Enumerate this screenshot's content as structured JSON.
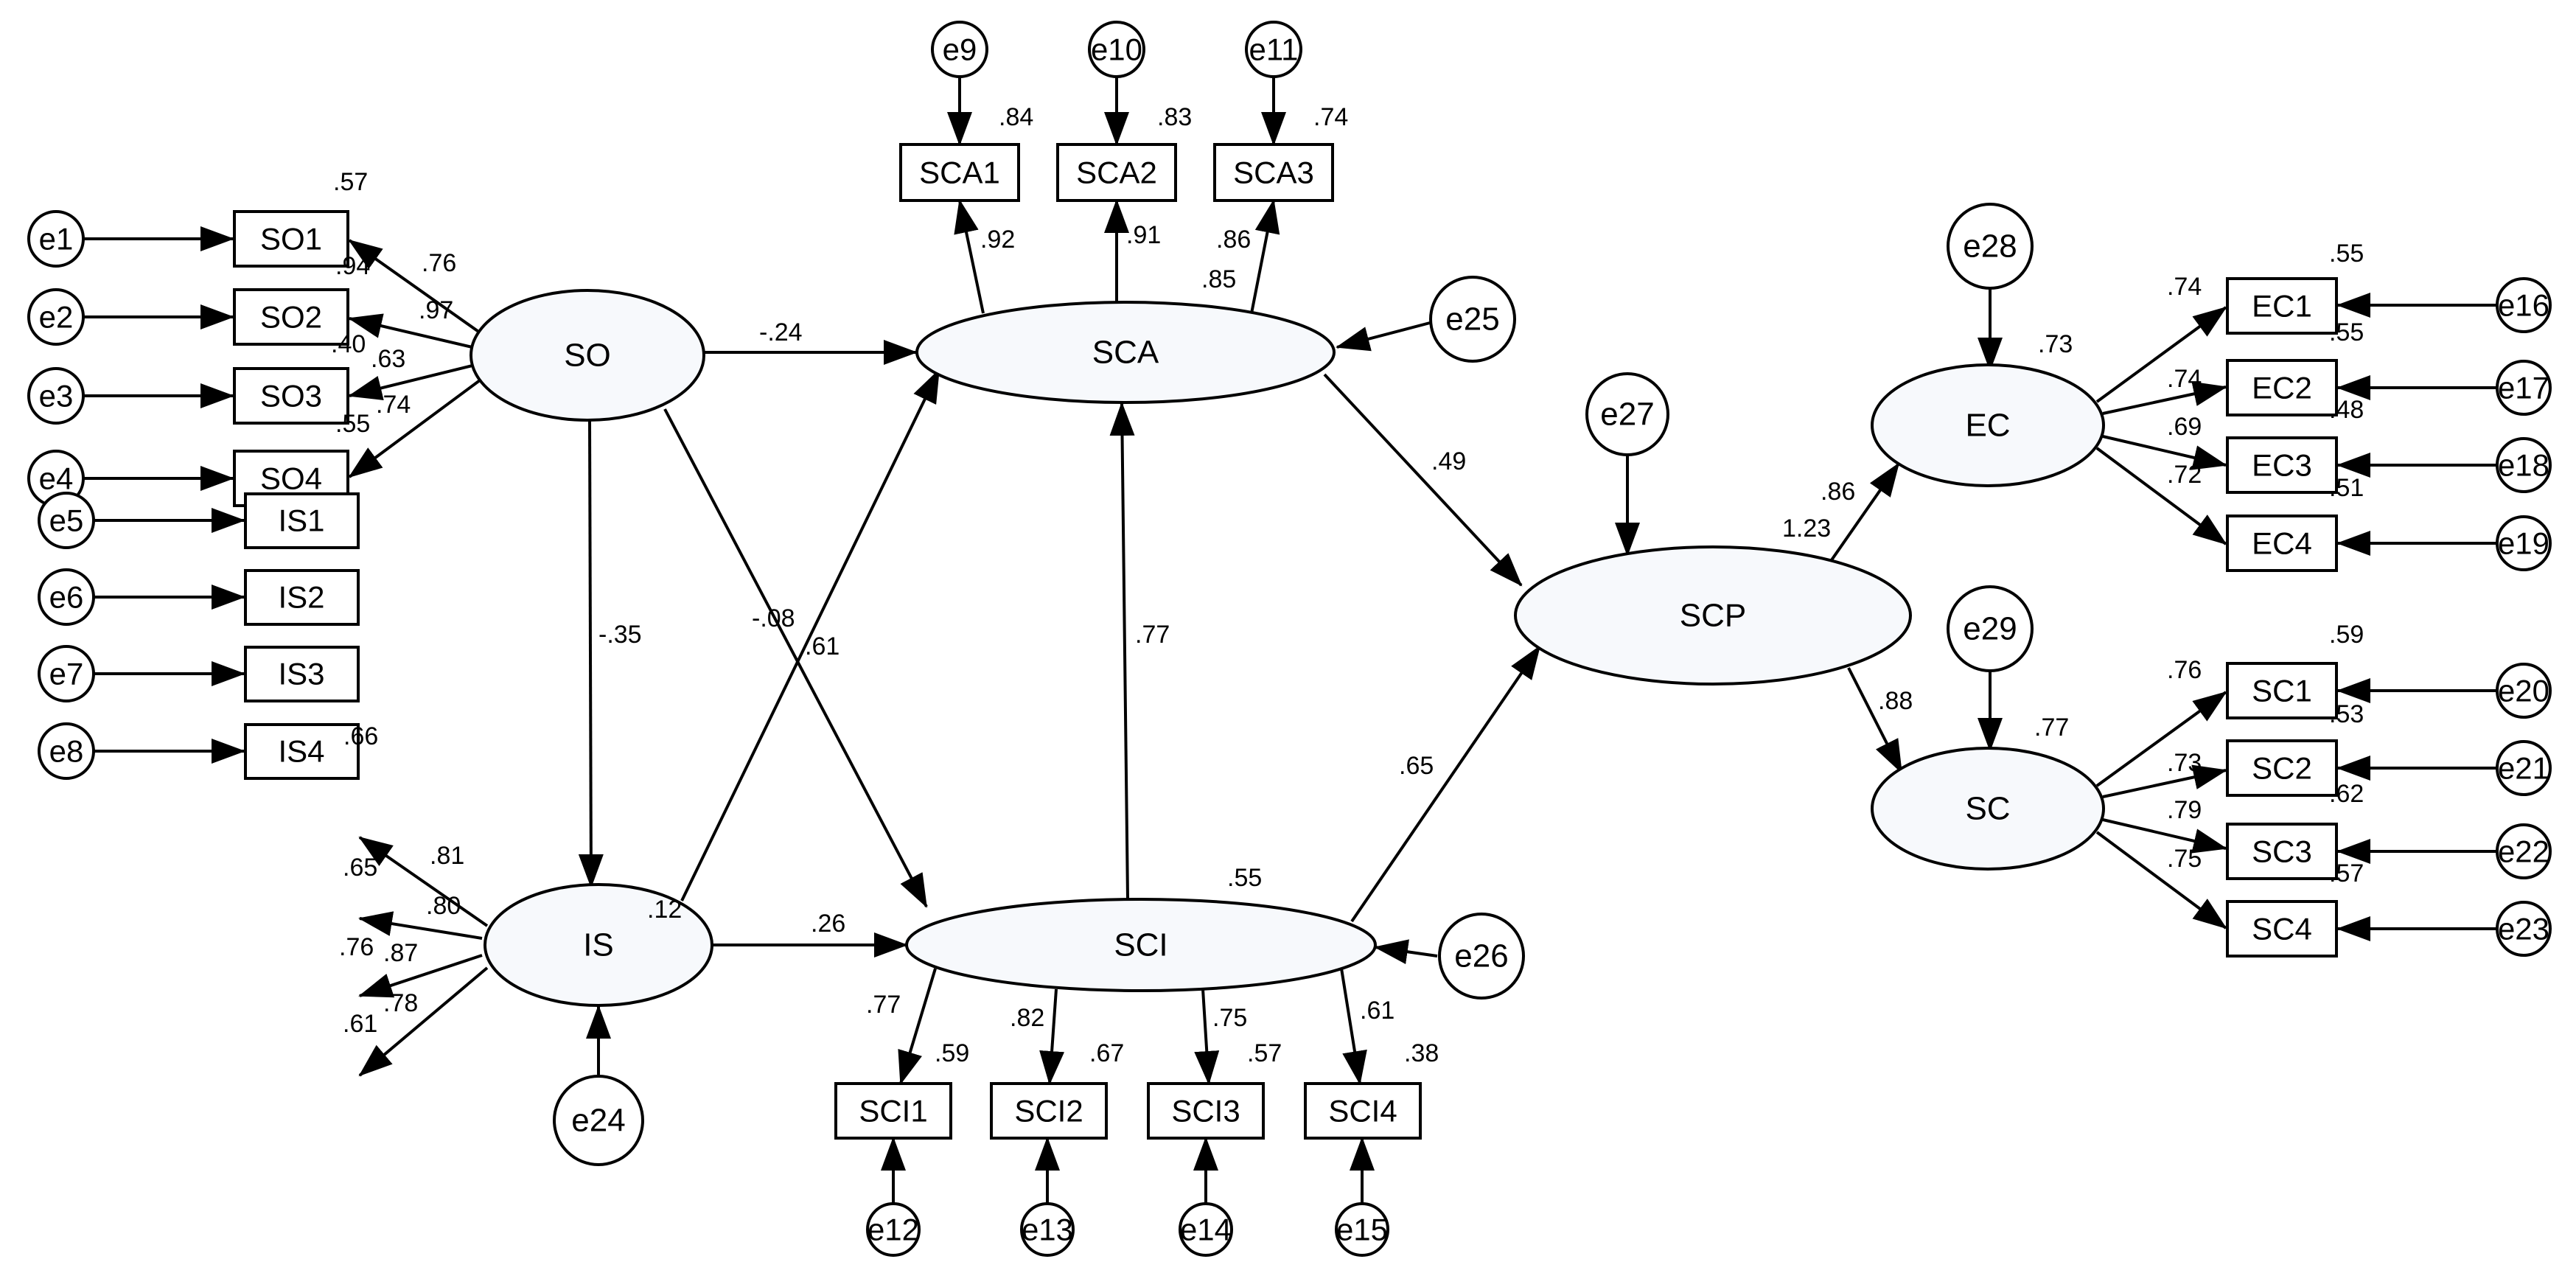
{
  "colors": {
    "stroke": "#000000",
    "latent_fill": "#f7f9fc",
    "background": "#ffffff"
  },
  "latent": {
    "SO": "SO",
    "IS": "IS",
    "SCA": "SCA",
    "SCI": "SCI",
    "SCP": "SCP",
    "EC": "EC",
    "SC": "SC"
  },
  "observed": {
    "SO1": "SO1",
    "SO2": "SO2",
    "SO3": "SO3",
    "SO4": "SO4",
    "IS1": "IS1",
    "IS2": "IS2",
    "IS3": "IS3",
    "IS4": "IS4",
    "SCA1": "SCA1",
    "SCA2": "SCA2",
    "SCA3": "SCA3",
    "SCI1": "SCI1",
    "SCI2": "SCI2",
    "SCI3": "SCI3",
    "SCI4": "SCI4",
    "EC1": "EC1",
    "EC2": "EC2",
    "EC3": "EC3",
    "EC4": "EC4",
    "SC1": "SC1",
    "SC2": "SC2",
    "SC3": "SC3",
    "SC4": "SC4"
  },
  "errors": {
    "e1": "e1",
    "e2": "e2",
    "e3": "e3",
    "e4": "e4",
    "e5": "e5",
    "e6": "e6",
    "e7": "e7",
    "e8": "e8",
    "e9": "e9",
    "e10": "e10",
    "e11": "e11",
    "e12": "e12",
    "e13": "e13",
    "e14": "e14",
    "e15": "e15",
    "e16": "e16",
    "e17": "e17",
    "e18": "e18",
    "e19": "e19",
    "e20": "e20",
    "e21": "e21",
    "e22": "e22",
    "e23": "e23",
    "e24": "e24",
    "e25": "e25",
    "e26": "e26",
    "e27": "e27",
    "e28": "e28",
    "e29": "e29"
  },
  "paths": {
    "so_sca": "-.24",
    "so_is": "-.35",
    "so_sci": "-.08",
    "is_sca": ".61",
    "is_sci": ".26",
    "sci_sca": ".77",
    "sca_scp": ".49",
    "sci_scp": ".65",
    "scp_ec": ".86",
    "scp_sc": ".88"
  },
  "loadings": {
    "so1": ".76",
    "so2": ".97",
    "so3": ".63",
    "so4": ".74",
    "is1": ".81",
    "is2": ".80",
    "is3": ".87",
    "is4": ".78",
    "sca1": ".92",
    "sca2": ".91",
    "sca3": ".86",
    "sci1": ".77",
    "sci2": ".82",
    "sci3": ".75",
    "sci4": ".61",
    "ec1": ".74",
    "ec2": ".74",
    "ec3": ".69",
    "ec4": ".72",
    "sc1": ".76",
    "sc2": ".73",
    "sc3": ".79",
    "sc4": ".75"
  },
  "r2": {
    "so1": ".57",
    "so2": ".94",
    "so3": ".40",
    "so4": ".55",
    "is1": ".66",
    "is2": ".65",
    "is3": ".76",
    "is4": ".61",
    "sca1": ".84",
    "sca2": ".83",
    "sca3": ".74",
    "sci1": ".59",
    "sci2": ".67",
    "sci3": ".57",
    "sci4": ".38",
    "ec1": ".55",
    "ec2": ".55",
    "ec3": ".48",
    "ec4": ".51",
    "sc1": ".59",
    "sc2": ".53",
    "sc3": ".62",
    "sc4": ".57",
    "is": ".12",
    "sca": ".85",
    "sci": ".55",
    "scp": "1.23",
    "ec": ".73",
    "sc": ".77"
  }
}
